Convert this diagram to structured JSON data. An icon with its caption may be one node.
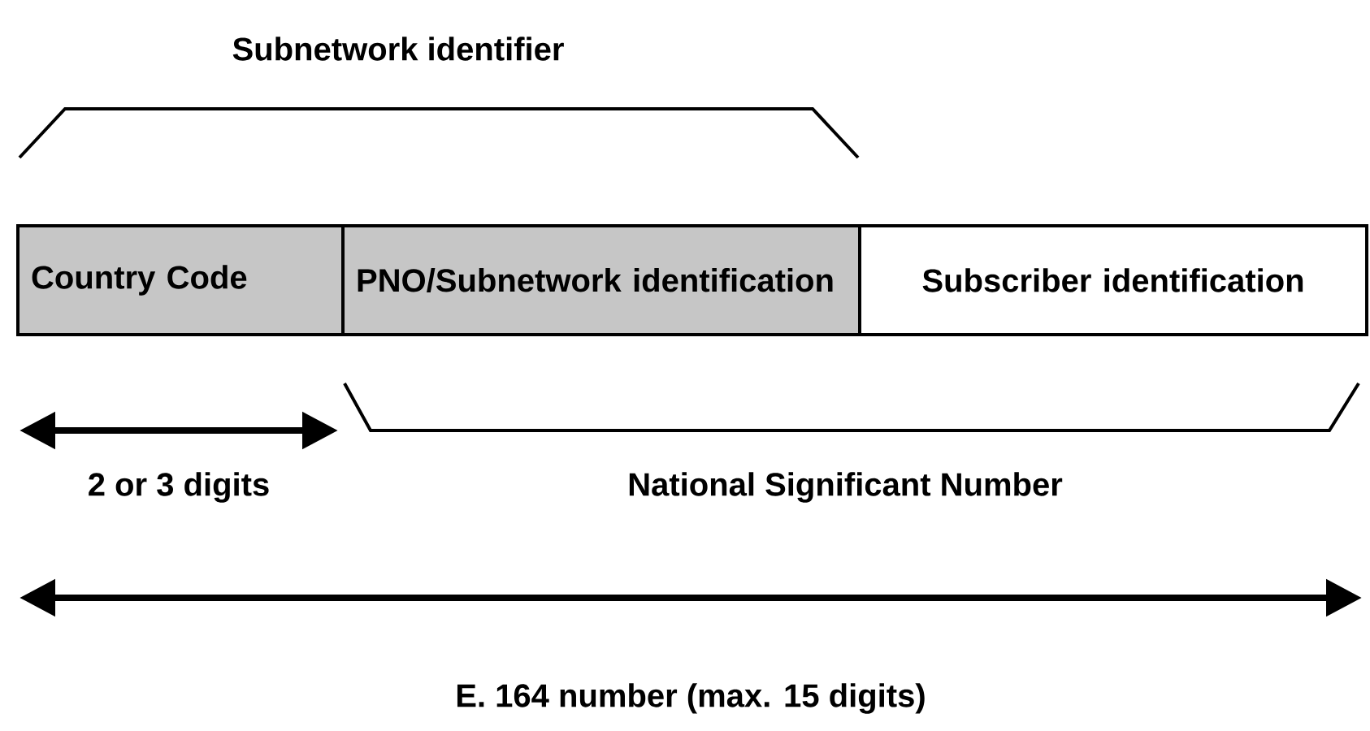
{
  "diagram": {
    "nodes": [
      {
        "text": [
          "Country Code"
        ]
      },
      {
        "text": [
          "PNO/Subnetwork identification"
        ]
      },
      {
        "text": [
          "Subscriber identification"
        ]
      }
    ],
    "labels": [
      "Subnetwork identifier",
      "2 or 3 digits",
      "National Significant Number",
      "E. 164 number (max. 15 digits)"
    ]
  }
}
